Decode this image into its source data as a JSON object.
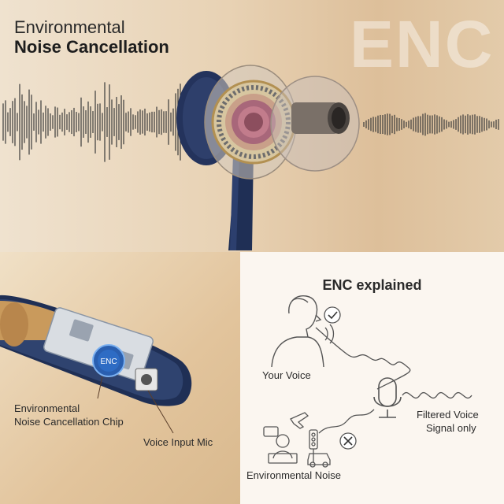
{
  "top": {
    "title_line1": "Environmental",
    "title_line2": "Noise Cancellation",
    "watermark": "ENC"
  },
  "chip_panel": {
    "chip_badge": "ENC",
    "chip_label_line1": "Environmental",
    "chip_label_line2": "Noise Cancellation Chip",
    "mic_label": "Voice Input Mic"
  },
  "explained": {
    "title": "ENC explained",
    "your_voice": "Your Voice",
    "filtered_line1": "Filtered Voice",
    "filtered_line2": "Signal only",
    "environmental_noise": "Environmental Noise"
  },
  "colors": {
    "navy": "#1f2f55",
    "gold": "#c99a5c",
    "wave": "#3a3a3a"
  }
}
